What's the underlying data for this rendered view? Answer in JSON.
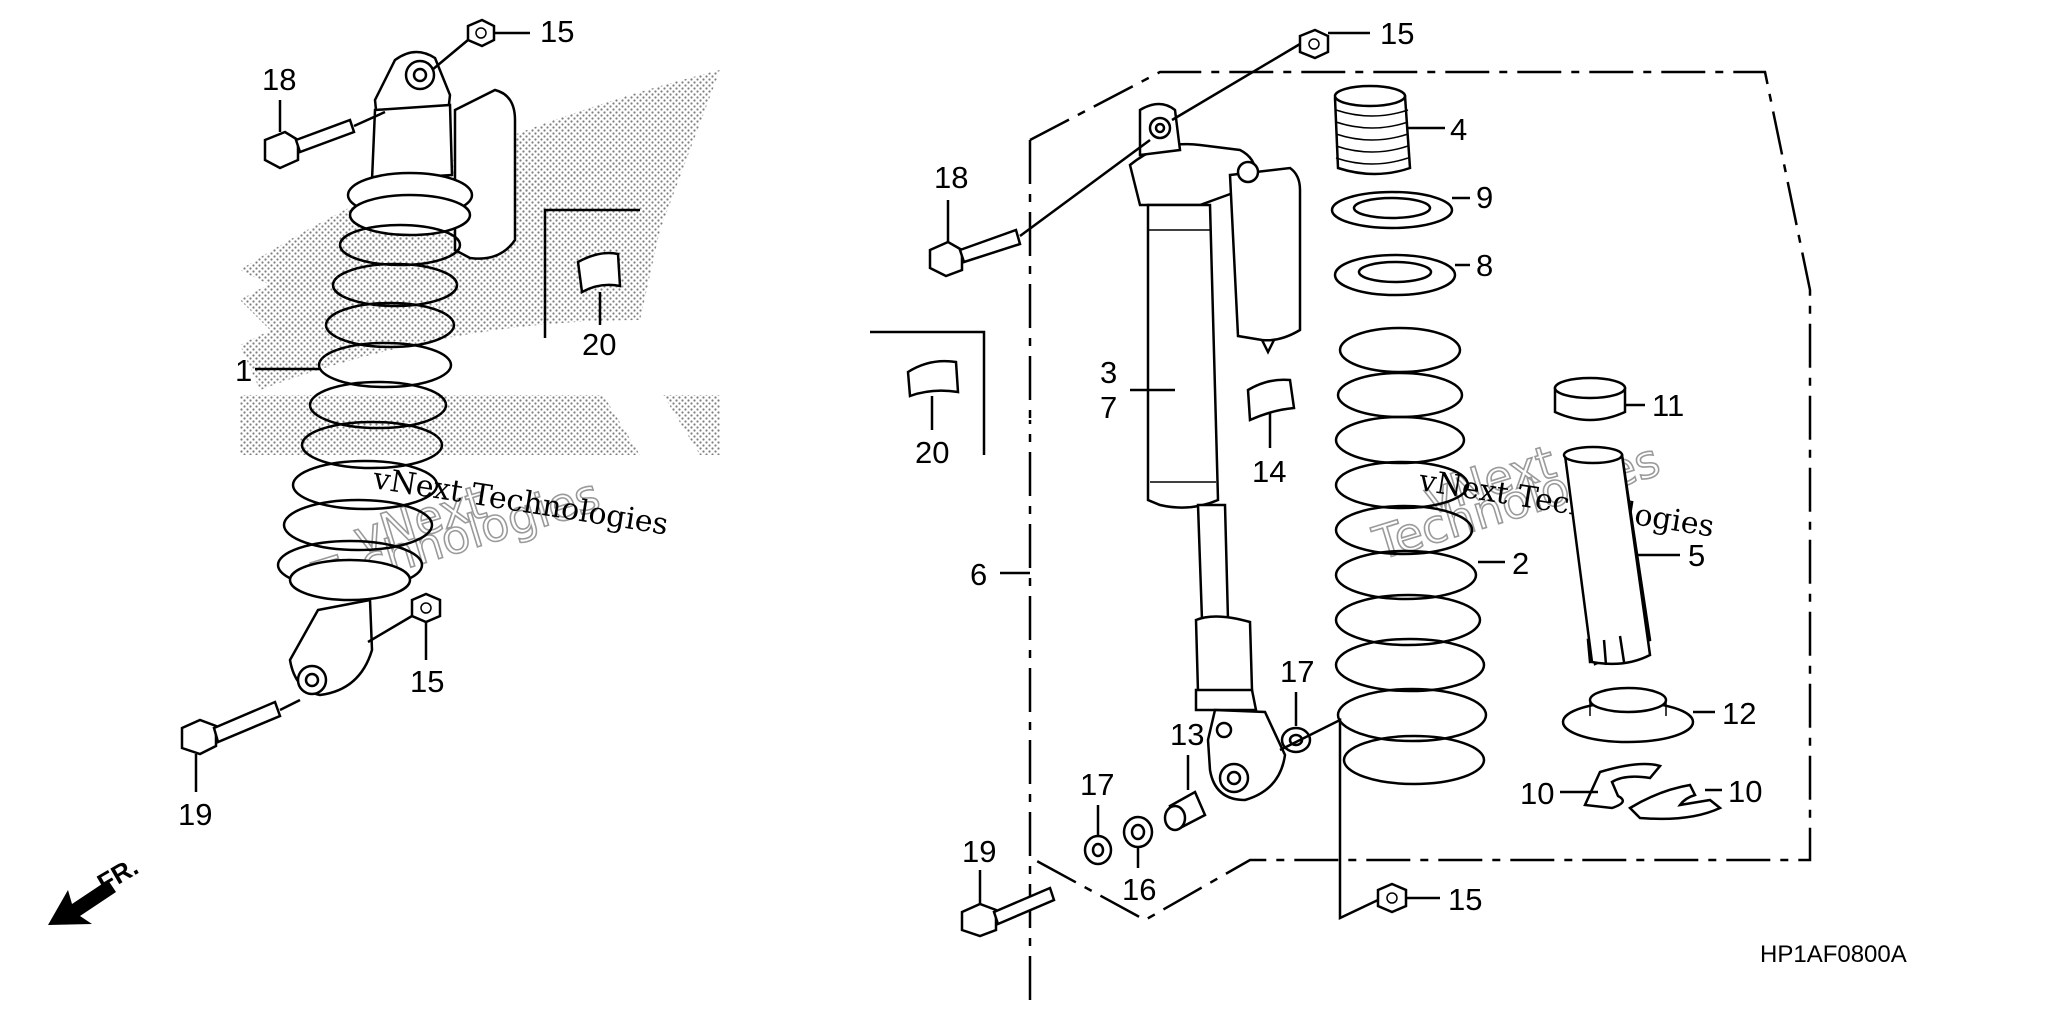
{
  "diagram_code": "HP1AF0800A",
  "direction_indicator": "FR.",
  "watermark": {
    "line1": "vNext",
    "line2": "Technologies",
    "caption": "vNext Technologies"
  },
  "callouts": {
    "left_assembly": {
      "c15_top": "15",
      "c18": "18",
      "c1": "1",
      "c20": "20",
      "c15_bottom": "15",
      "c19": "19"
    },
    "exploded_view": {
      "c15_top": "15",
      "c4": "4",
      "c9": "9",
      "c8": "8",
      "c18": "18",
      "c3": "3",
      "c7": "7",
      "c20": "20",
      "c14": "14",
      "c11": "11",
      "c6": "6",
      "c2": "2",
      "c5": "5",
      "c17_right": "17",
      "c13": "13",
      "c12": "12",
      "c17_left": "17",
      "c16": "16",
      "c10_left": "10",
      "c10_right": "10",
      "c19": "19",
      "c15_bottom": "15"
    }
  },
  "colors": {
    "line": "#000000",
    "background": "#ffffff",
    "watermark_gray": "#9a9a9a",
    "dot_pattern": "#7d7d7d"
  }
}
